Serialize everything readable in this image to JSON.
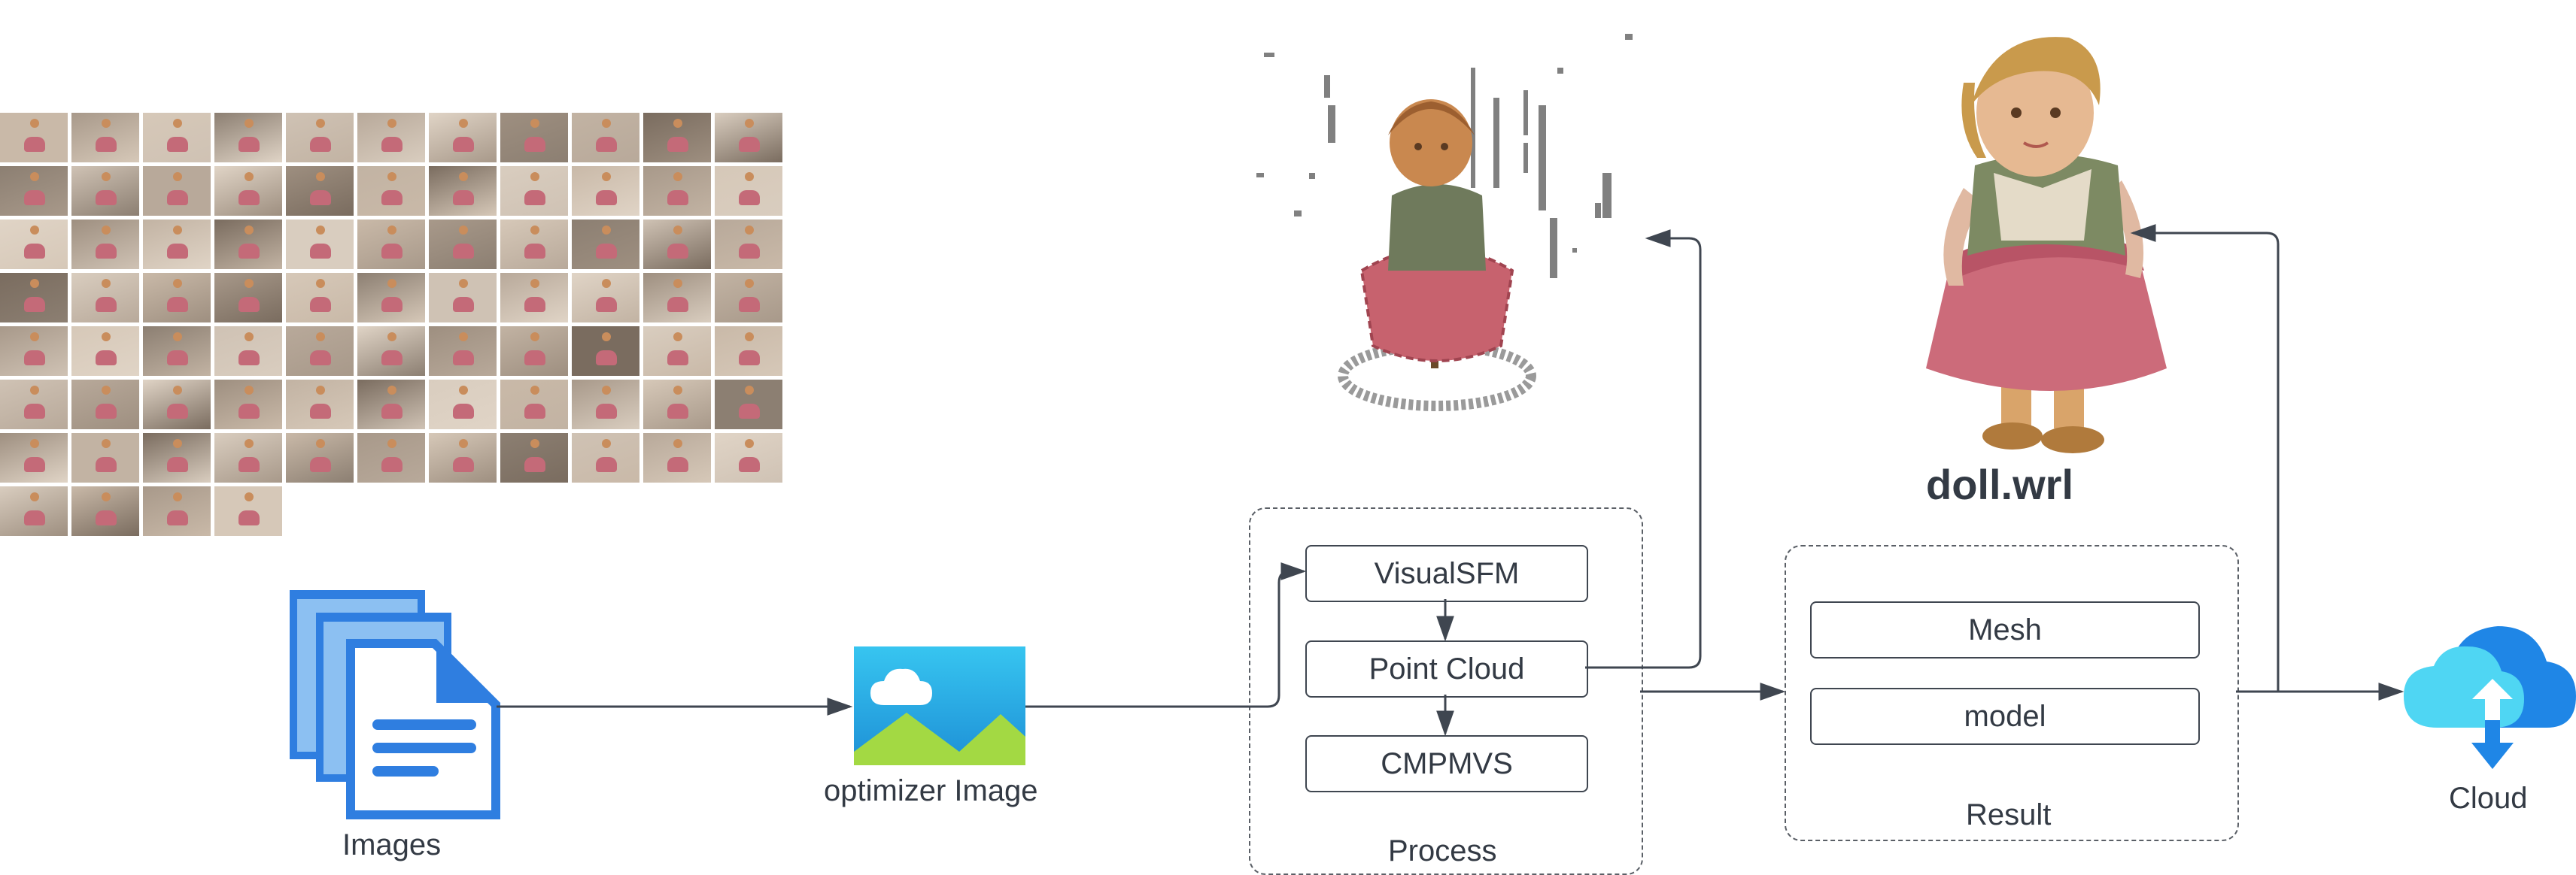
{
  "labels": {
    "images": "Images",
    "optimizer": "optimizer Image",
    "process": "Process",
    "result": "Result",
    "cloud": "Cloud",
    "model_file": "doll.wrl"
  },
  "process_steps": [
    "VisualSFM",
    "Point Cloud",
    "CMPMVS"
  ],
  "result_items": [
    "Mesh",
    "model"
  ],
  "icons": {
    "documents": "documents-stack-icon",
    "image": "image-picture-icon",
    "cloud": "cloud-upload-download-icon"
  },
  "colors": {
    "line": "#3f4650",
    "doc_blue": "#2f7ee0",
    "doc_light": "#8cc0f2",
    "img_sky": "#27b2e4",
    "img_hill": "#a3d943",
    "cloud_blue": "#1f86e6",
    "cloud_light": "#4fd6f3"
  }
}
